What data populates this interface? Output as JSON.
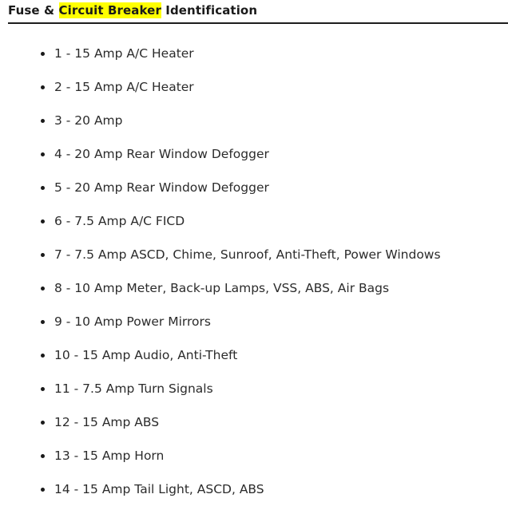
{
  "document": {
    "title_prefix": "Fuse & ",
    "title_highlight": "Circuit Breaker",
    "title_suffix": " Identification",
    "title_full": "Fuse & Circuit Breaker Identification",
    "highlight_color": "#ffff00",
    "text_color": "#2b2b2b",
    "background_color": "#ffffff",
    "rule_color": "#1d1d1d"
  },
  "fuse_list": {
    "bullet_glyph": "•",
    "items": [
      {
        "label": "1 - 15 Amp A/C Heater"
      },
      {
        "label": "2 - 15 Amp A/C Heater"
      },
      {
        "label": "3 - 20 Amp"
      },
      {
        "label": "4 - 20 Amp Rear Window Defogger"
      },
      {
        "label": "5 - 20 Amp Rear Window Defogger"
      },
      {
        "label": "6 - 7.5 Amp A/C FICD"
      },
      {
        "label": "7 - 7.5 Amp ASCD, Chime, Sunroof, Anti-Theft, Power Windows"
      },
      {
        "label": "8 - 10 Amp Meter, Back-up Lamps, VSS, ABS, Air Bags"
      },
      {
        "label": "9 - 10 Amp Power Mirrors"
      },
      {
        "label": "10 - 15 Amp Audio, Anti-Theft"
      },
      {
        "label": "11 - 7.5 Amp Turn Signals"
      },
      {
        "label": "12 - 15 Amp ABS"
      },
      {
        "label": "13 - 15 Amp Horn"
      },
      {
        "label": "14 - 15 Amp Tail Light, ASCD, ABS"
      }
    ]
  }
}
